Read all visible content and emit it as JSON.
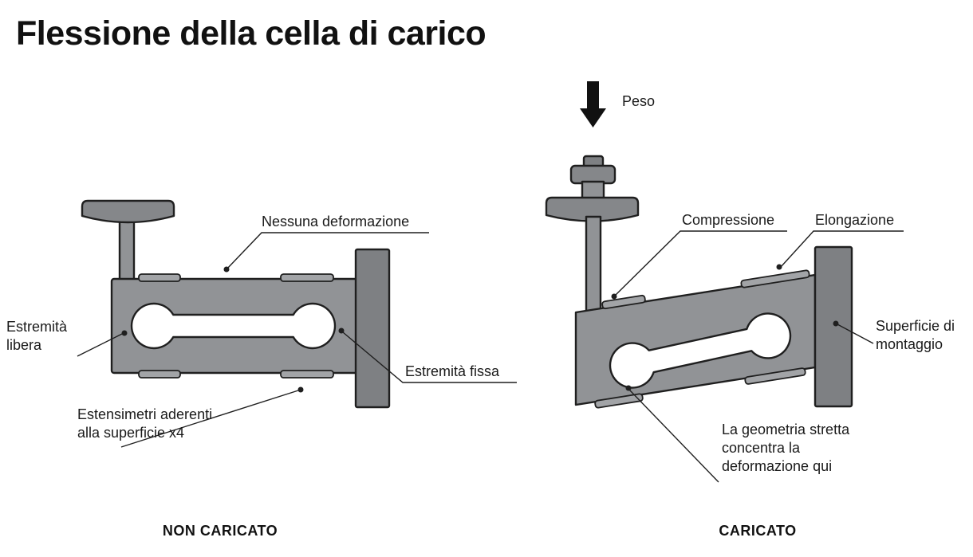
{
  "title": "Flessione della cella di carico",
  "unloaded": {
    "caption": "NON CARICATO",
    "label_no_deformation": "Nessuna deformazione",
    "label_free_end": "Estremità libera",
    "label_fixed_end": "Estremità fissa",
    "label_strain_gauges": "Estensimetri aderenti alla superficie x4"
  },
  "loaded": {
    "caption": "CARICATO",
    "label_weight": "Peso",
    "label_compression": "Compressione",
    "label_elongation": "Elongazione",
    "label_mounting_surface": "Superficie di montaggio",
    "label_geometry": "La geometria stretta concentra la deformazione qui"
  },
  "colors": {
    "background": "#ffffff",
    "body_gray": "#919396",
    "block_gray": "#7e8083",
    "outline": "#1f1f1f",
    "text": "#1a1a1a"
  }
}
